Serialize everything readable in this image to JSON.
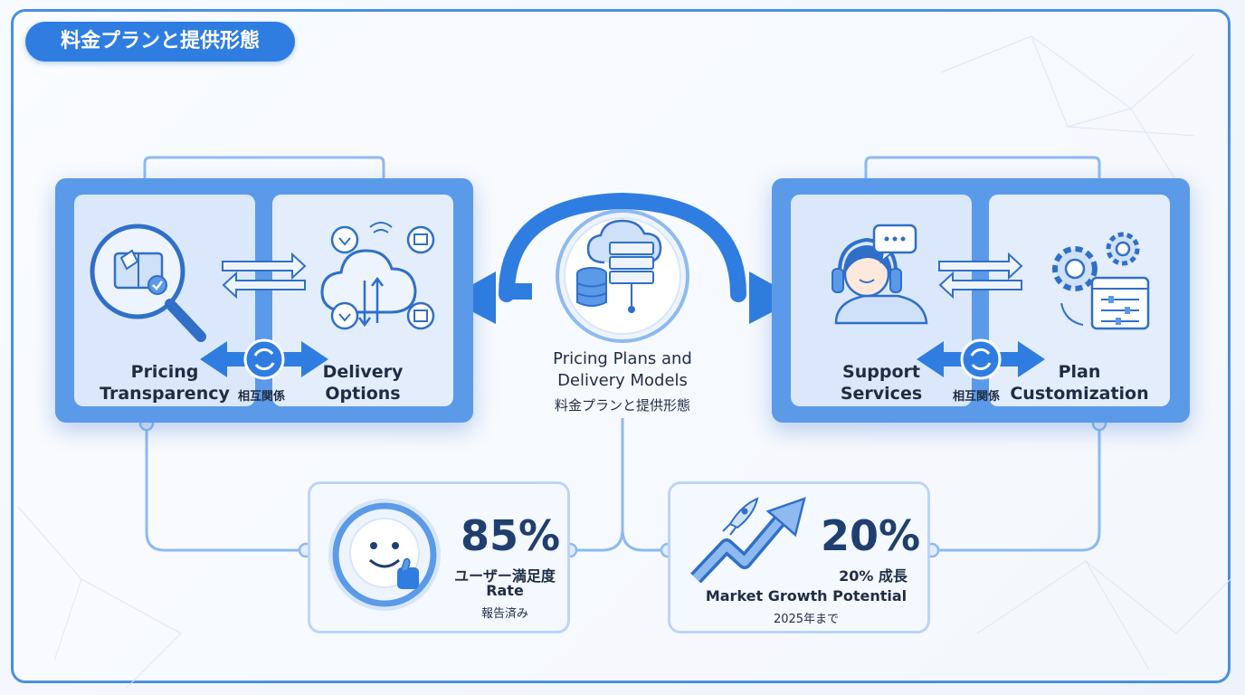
{
  "header": {
    "title": "料金プランと提供形態"
  },
  "left_panel": {
    "left_card": {
      "label": "Pricing\nTransparency",
      "icon": "magnifier-book-tag-icon"
    },
    "right_card": {
      "label": "Delivery\nOptions",
      "icon": "cloud-delivery-icon"
    },
    "relation_label": "相互関係"
  },
  "center": {
    "title": "Pricing Plans and\nDelivery Models",
    "subtitle": "料金プランと提供形態",
    "icon": "cloud-server-database-icon"
  },
  "right_panel": {
    "left_card": {
      "label": "Support\nServices",
      "icon": "support-agent-icon"
    },
    "right_card": {
      "label": "Plan\nCustomization",
      "icon": "gears-settings-icon"
    },
    "relation_label": "相互関係"
  },
  "stats": {
    "satisfaction": {
      "value": "85%",
      "label": "ユーザー満足度",
      "label2": "Rate",
      "note": "報告済み",
      "icon": "smiley-thumbs-up-icon"
    },
    "growth": {
      "value": "20%",
      "label": "20% 成長",
      "label2": "Market Growth Potential",
      "note": "2025年まで",
      "icon": "rocket-growth-arrow-icon"
    }
  },
  "colors": {
    "primary": "#2f7de0",
    "panel": "#5b9ae8",
    "card": "#dbe8fb",
    "text": "#1f2d44",
    "accent_dark": "#1f3f6e"
  }
}
